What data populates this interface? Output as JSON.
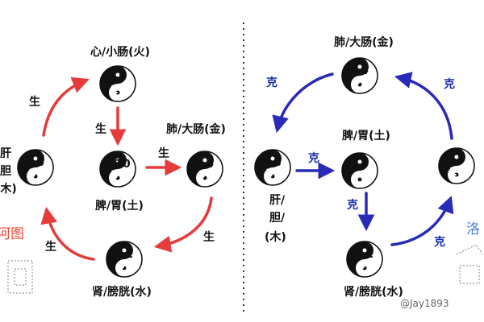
{
  "left_diagram": {
    "title": "河图",
    "nodes": {
      "fire": {
        "label": "心/小肠(火)",
        "numbers": [
          "7",
          "2"
        ]
      },
      "earth": {
        "label": "脾/胃(土)",
        "numbers": [
          "10",
          "5"
        ]
      },
      "metal": {
        "label": "肺/大肠(金)",
        "numbers": [
          "4",
          "9"
        ]
      },
      "water": {
        "label": "肾/膀胱(水)",
        "numbers": [
          "1",
          "6"
        ]
      },
      "wood": {
        "label_lines": [
          "肝",
          "胆",
          "(木)"
        ],
        "numbers": [
          "8",
          "3"
        ]
      }
    },
    "edge_labels": {
      "wood_fire": "生",
      "fire_earth": "生",
      "earth_metal": "生",
      "metal_water": "生",
      "water_wood": "生"
    }
  },
  "right_diagram": {
    "title": "洛",
    "nodes": {
      "metal": {
        "label": "肺/大肠(金)",
        "numbers": [
          "4",
          "9"
        ]
      },
      "earth": {
        "label": "脾/胃(土)",
        "numbers": [
          "",
          ""
        ]
      },
      "wood": {
        "label_lines": [
          "肝/",
          "胆/",
          "(木)"
        ],
        "numbers": [
          "8",
          "3"
        ]
      },
      "water": {
        "label": "肾/膀胱(水)",
        "numbers": [
          "1",
          "6"
        ]
      },
      "fire": {
        "numbers": [
          "7",
          "2"
        ]
      }
    },
    "edge_labels": {
      "metal_wood": "克",
      "fire_metal": "克",
      "wood_earth": "克",
      "earth_water": "克",
      "water_fire": "克"
    }
  },
  "watermark": "@Jay1893",
  "colors": {
    "red_arrow": "#e63b3b",
    "blue_arrow": "#2a2ab8",
    "divider": "#333333"
  }
}
